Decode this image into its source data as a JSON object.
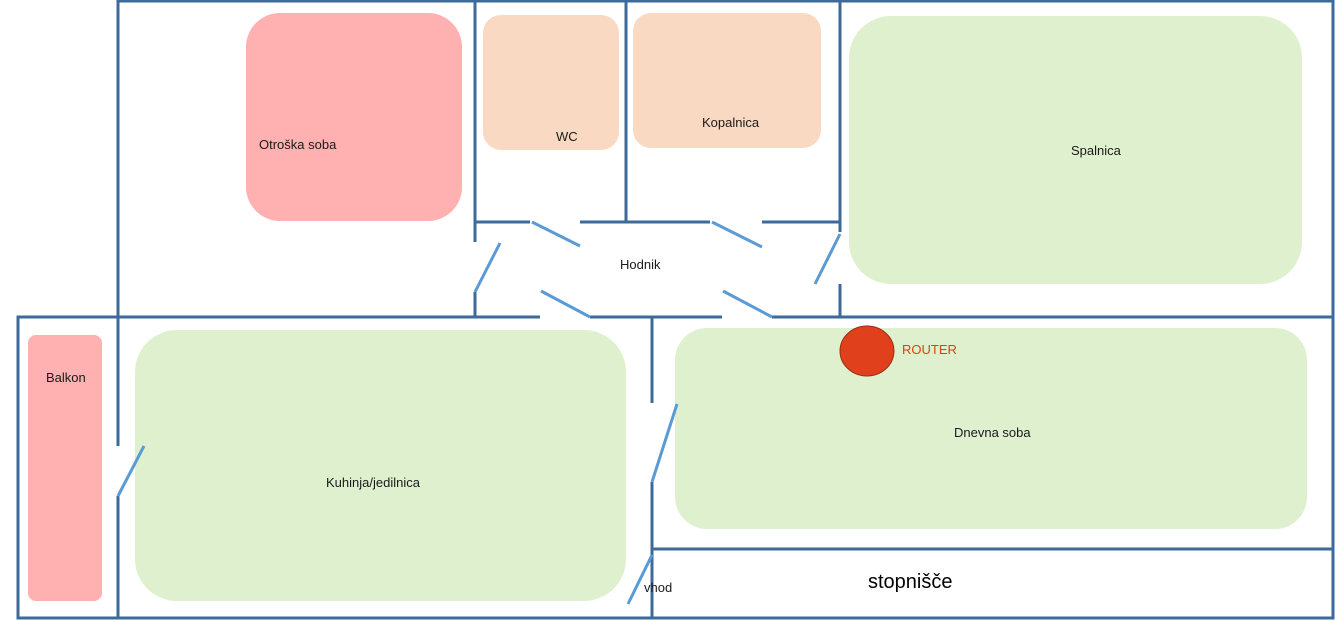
{
  "colors": {
    "wall": "#3e6a9a",
    "door": "#5b9bd5",
    "room_red": "#ffb0b0",
    "room_peach": "#fad9c2",
    "room_green": "#dff0cf",
    "router_fill": "#e0401c",
    "router_stroke": "#9b2c12",
    "router_text": "#d84315"
  },
  "rooms": {
    "otroska": "Otroška soba",
    "wc": "WC",
    "kopalnica": "Kopalnica",
    "spalnica": "Spalnica",
    "hodnik": "Hodnik",
    "balkon": "Balkon",
    "kuhinja": "Kuhinja/jedilnica",
    "dnevna": "Dnevna soba",
    "vhod": "vhod",
    "stopnisce": "stopnišče"
  },
  "router": {
    "label": "ROUTER"
  }
}
